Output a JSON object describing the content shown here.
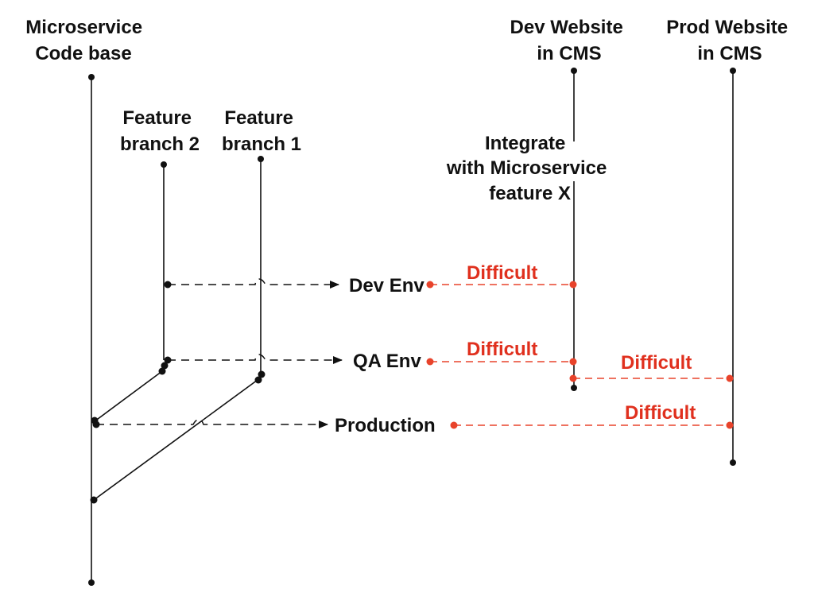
{
  "colors": {
    "line": "#111111",
    "accent": "#e8432b",
    "accent_text": "#e0301e",
    "background": "#ffffff"
  },
  "lanes": {
    "codebase": {
      "lines": [
        "Microservice",
        "Code base"
      ]
    },
    "branch2": {
      "lines": [
        "Feature",
        "branch 2"
      ]
    },
    "branch1": {
      "lines": [
        "Feature",
        "branch 1"
      ]
    },
    "dev_cms": {
      "lines": [
        "Dev Website",
        "in CMS"
      ]
    },
    "prod_cms": {
      "lines": [
        "Prod Website",
        "in CMS"
      ]
    }
  },
  "integrate_note": {
    "lines": [
      "Integrate",
      "with Microservice",
      "feature X"
    ]
  },
  "environments": {
    "dev": "Dev Env",
    "qa": "QA Env",
    "prod": "Production"
  },
  "difficulty_labels": {
    "dev_to_devcms": "Difficult",
    "qa_to_devcms": "Difficult",
    "devcms_to_prodcms": "Difficult",
    "prod_to_prodcms": "Difficult"
  }
}
